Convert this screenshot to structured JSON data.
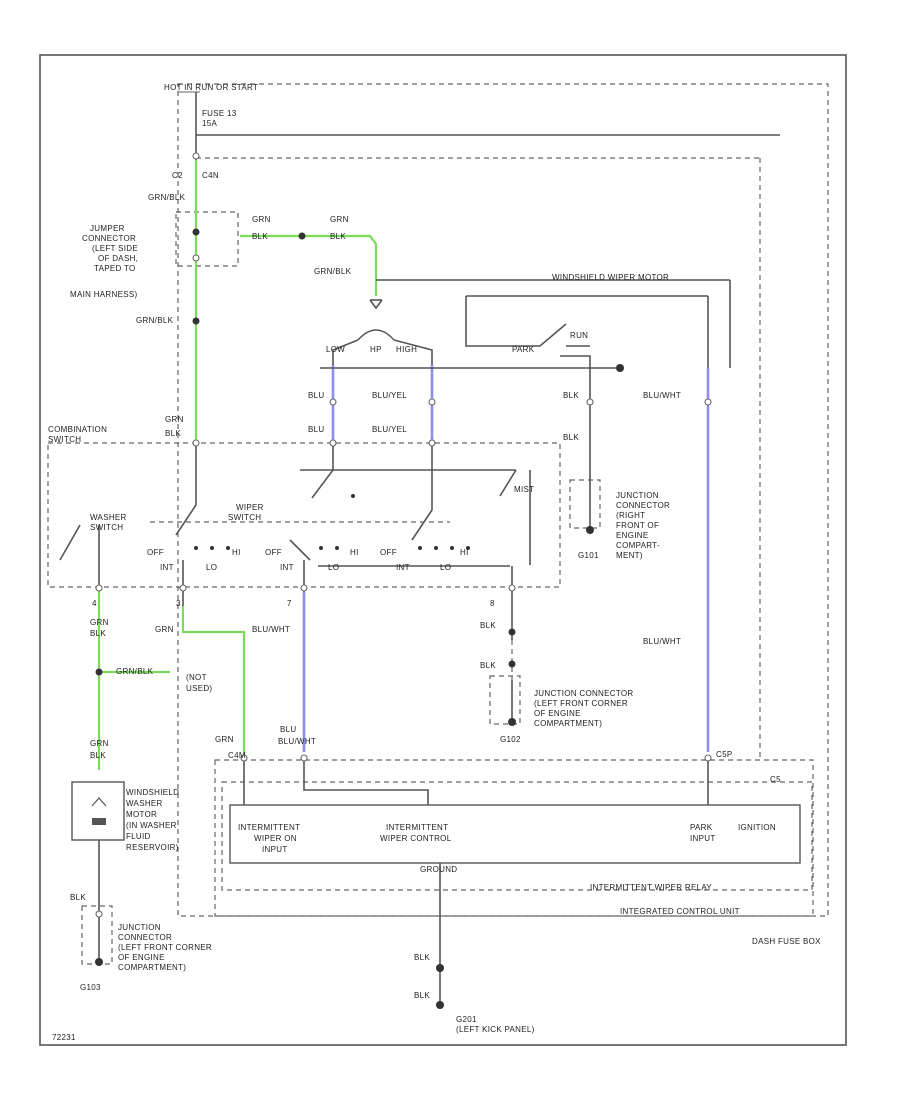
{
  "labels": {
    "hot_in_run_or_start": "HOT IN RUN OR START",
    "fuse": "FUSE 13",
    "fuse_amps": "15A",
    "c2": "C2",
    "c4n": "C4N",
    "grn_blk": "GRN/BLK",
    "jumper": [
      "JUMPER",
      "CONNECTOR",
      "(LEFT SIDE",
      "OF DASH,",
      "TAPED TO",
      "MAIN HARNESS)"
    ],
    "grn": "GRN",
    "blk": "BLK",
    "windshield_wiper_motor": "WINDSHIELD WIPER MOTOR",
    "low": "LOW",
    "hp": "HP",
    "high": "HIGH",
    "park": "PARK",
    "run": "RUN",
    "blu": "BLU",
    "blu_yel": "BLU/YEL",
    "blu_wht": "BLU/WHT",
    "combination_switch": [
      "COMBINATION",
      "SWITCH"
    ],
    "washer_switch": [
      "WASHER",
      "SWITCH"
    ],
    "wiper_switch": [
      "WIPER",
      "SWITCH"
    ],
    "off": "OFF",
    "int": "INT",
    "lo": "LO",
    "hi": "HI",
    "mist": "MIST",
    "junction_right": [
      "JUNCTION",
      "CONNECTOR",
      "(RIGHT",
      "FRONT OF",
      "ENGINE",
      "COMPART-",
      "MENT)"
    ],
    "g101": "G101",
    "pin4": "4",
    "pin3": "3",
    "pin7": "7",
    "pin8": "8",
    "grn_blu_wht": "BLU/WHT",
    "grn_blk_2": "GRN/BLK",
    "abs_unit": [
      "(NOT",
      "USED)"
    ],
    "junction_left_a": [
      "JUNCTION CONNECTOR",
      "(LEFT FRONT CORNER",
      "OF ENGINE",
      "COMPARTMENT)"
    ],
    "g102": "G102",
    "blu_wht_abbr": "BLU/WHT",
    "washer_motor": [
      "WINDSHIELD",
      "WASHER",
      "MOTOR",
      "(IN WASHER",
      "FLUID",
      "RESERVOIR)"
    ],
    "relay_inputs": {
      "int_wiper_on": [
        "INTERMITTENT",
        "WIPER ON",
        "INPUT"
      ],
      "int_wiper_control": [
        "INTERMITTENT",
        "WIPER CONTROL"
      ],
      "park_input": [
        "PARK",
        "INPUT"
      ],
      "ignition": "IGNITION"
    },
    "ground": "GROUND",
    "int_wiper_relay": "INTERMITTENT WIPER RELAY",
    "int_control_unit": "INTEGRATED CONTROL UNIT",
    "dash_fuse_box": "DASH FUSE BOX",
    "junction_left_b": [
      "JUNCTION",
      "CONNECTOR",
      "(LEFT FRONT CORNER",
      "OF ENGINE",
      "COMPARTMENT)"
    ],
    "g103": "G103",
    "g201": "G201",
    "left_kick_panel": "(LEFT KICK PANEL)",
    "c4m": "C4M",
    "c5": "C5",
    "c5p": "C5P",
    "fig_code": "72231"
  },
  "colors": {
    "green_wire": "#7bdc5a",
    "blue_wire": "#8e8ef2",
    "wire": "#555555"
  }
}
